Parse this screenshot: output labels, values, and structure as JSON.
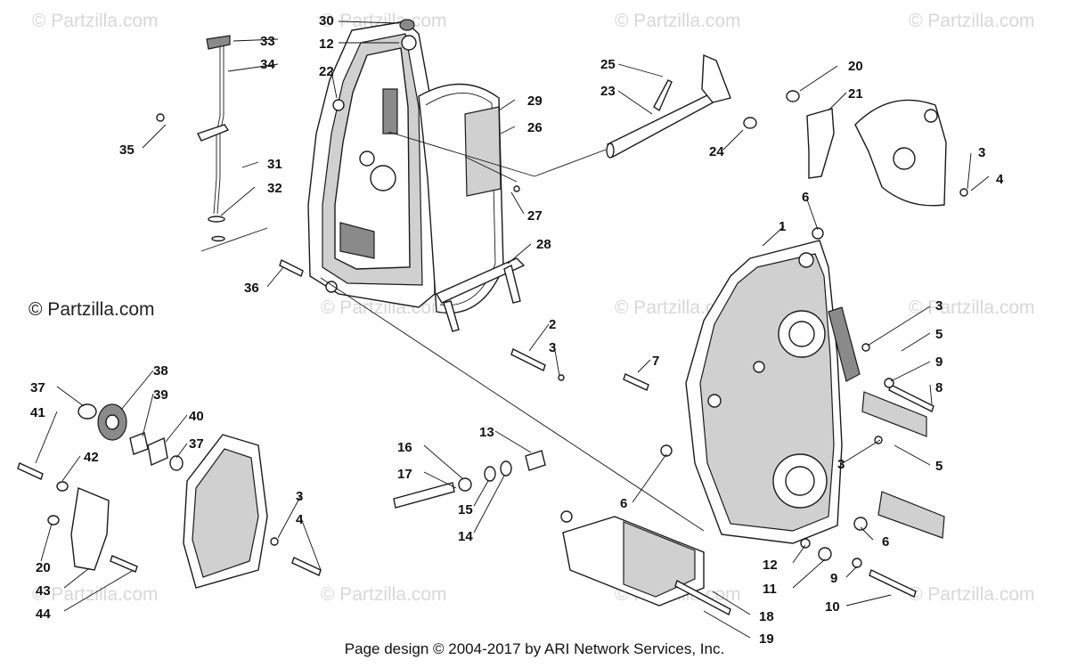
{
  "watermark": "© Partzilla.com",
  "side_mark": "© Partzilla.com",
  "footer": "Page design © 2004-2017 by ARI Network Services, Inc.",
  "callouts": [
    "1",
    "2",
    "3",
    "4",
    "5",
    "6",
    "7",
    "8",
    "9",
    "10",
    "11",
    "12",
    "13",
    "14",
    "15",
    "16",
    "17",
    "18",
    "19",
    "20",
    "21",
    "22",
    "23",
    "24",
    "25",
    "26",
    "27",
    "28",
    "29",
    "30",
    "31",
    "32",
    "33",
    "34",
    "35",
    "36",
    "37",
    "38",
    "39",
    "40",
    "41",
    "42",
    "43",
    "44"
  ]
}
